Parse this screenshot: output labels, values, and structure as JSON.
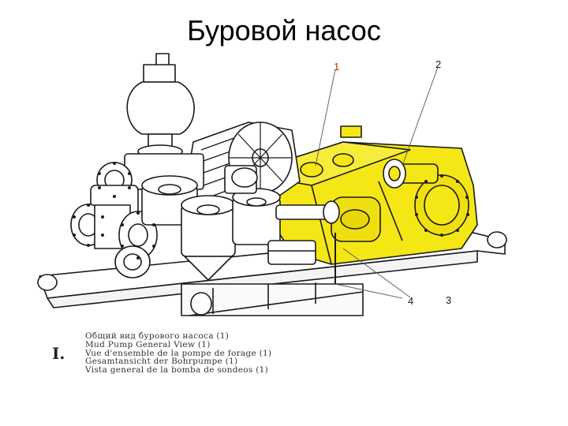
{
  "title": "Буровой насос",
  "callouts": [
    "1",
    "2",
    "3",
    "4"
  ],
  "figure_number": "I.",
  "caption_lines": [
    "Общий вид бурового насоса (1)",
    "Mud Pump General View (1)",
    "Vue d'ensemble de la pompe de forage (1)",
    "Gesamtansicht der Bohrpumpe (1)",
    "Vista general de la bomba de sondeos (1)"
  ],
  "colors": {
    "pump_body": "#f5e616",
    "callout_1": "#cc2200",
    "outline": "#1a1a1a"
  }
}
